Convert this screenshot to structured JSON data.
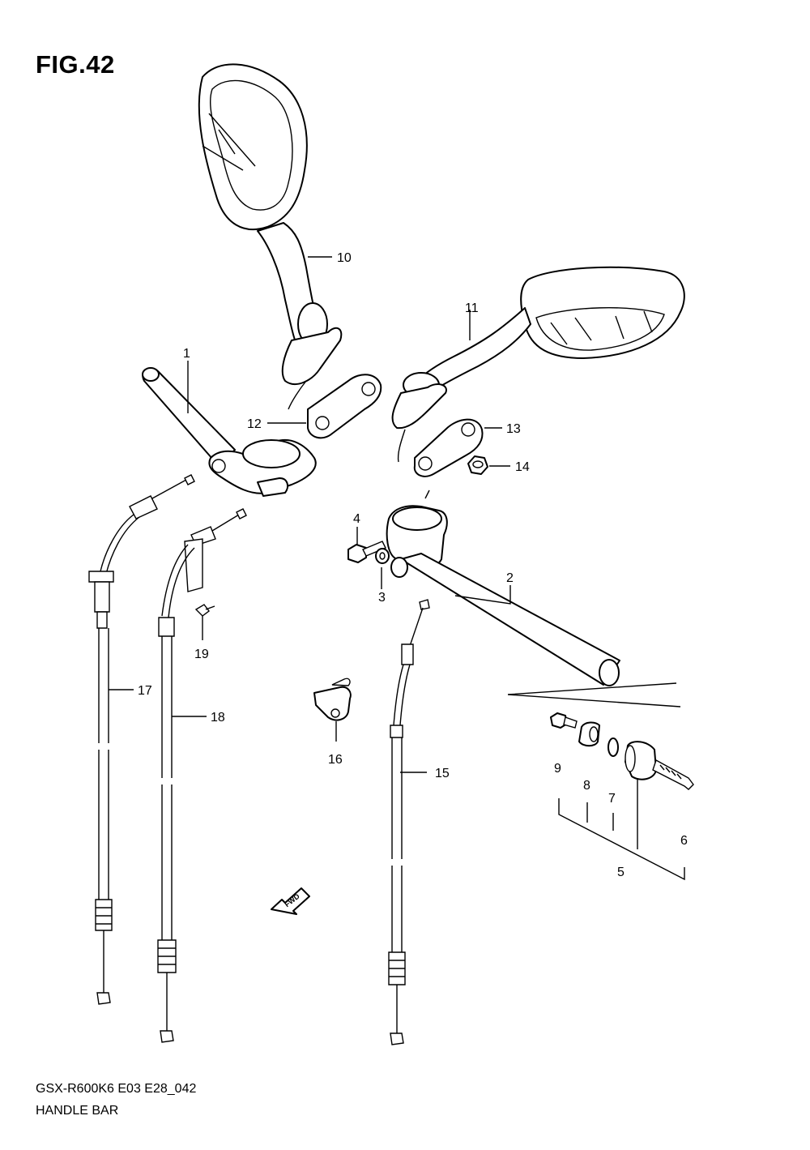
{
  "figure": {
    "title": "FIG.42",
    "model_code": "GSX-R600K6 E03 E28_042",
    "name": "HANDLE BAR"
  },
  "parts": [
    {
      "id": "p1",
      "label": "1"
    },
    {
      "id": "p2",
      "label": "2"
    },
    {
      "id": "p3",
      "label": "3"
    },
    {
      "id": "p4",
      "label": "4"
    },
    {
      "id": "p5",
      "label": "5"
    },
    {
      "id": "p6",
      "label": "6"
    },
    {
      "id": "p7",
      "label": "7"
    },
    {
      "id": "p8",
      "label": "8"
    },
    {
      "id": "p9",
      "label": "9"
    },
    {
      "id": "p10",
      "label": "10"
    },
    {
      "id": "p11",
      "label": "11"
    },
    {
      "id": "p12",
      "label": "12"
    },
    {
      "id": "p13",
      "label": "13"
    },
    {
      "id": "p14",
      "label": "14"
    },
    {
      "id": "p15",
      "label": "15"
    },
    {
      "id": "p16",
      "label": "16"
    },
    {
      "id": "p17",
      "label": "17"
    },
    {
      "id": "p18",
      "label": "18"
    },
    {
      "id": "p19",
      "label": "19"
    }
  ],
  "fwd_marker": "FWD"
}
